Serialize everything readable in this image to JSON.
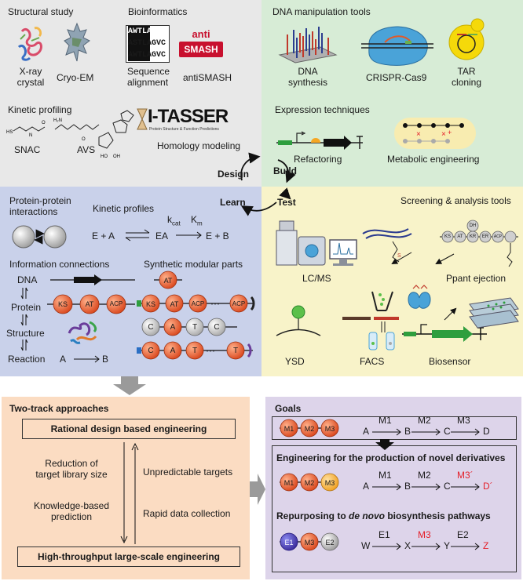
{
  "colors": {
    "gray_panel": "#e8e8e8",
    "green_panel": "#d7ecd6",
    "blue_panel": "#c9d1ea",
    "yellow_panel": "#f8f3c9",
    "orange_panel": "#fbdcc2",
    "purple_panel": "#ddd4ea",
    "module_red": "#e8542a",
    "module_orange": "#f5a623",
    "highlight_red": "#e4202b"
  },
  "structural": {
    "title": "Structural study",
    "xray": "X-ray\ncrystal",
    "cryo": "Cryo-EM"
  },
  "bioinfo": {
    "title": "Bioinformatics",
    "alignment_rows": [
      "AWTLAIC",
      "ASTLAGVC",
      "AWTLAGVC"
    ],
    "seq": "Sequence\nalignment",
    "anti_word": "anti",
    "smash_word": "SMASH",
    "antismash": "antiSMASH"
  },
  "kinetic": {
    "title": "Kinetic profiling",
    "snac": "SNAC",
    "avs": "AVS",
    "itasser_logo": "I-TASSER",
    "itasser_sub": "Protein Structure & Function Predictions",
    "homology": "Homology modeling"
  },
  "dna_tools": {
    "title": "DNA manipulation tools",
    "synthesis": "DNA\nsynthesis",
    "crispr": "CRISPR-Cas9",
    "tar": "TAR\ncloning"
  },
  "expression": {
    "title": "Expression techniques",
    "refactoring": "Refactoring",
    "metabolic": "Metabolic engineering"
  },
  "cycle": {
    "design": "Design",
    "build": "Build",
    "test": "Test",
    "learn": "Learn"
  },
  "learn_panel": {
    "ppi": "Protein-protein\ninteractions",
    "kinetic_profiles": "Kinetic profiles",
    "kcat": "k",
    "kcat_sub": "cat",
    "km": "K",
    "km_sub": "m",
    "eq_left": "E + A",
    "eq_mid": "EA",
    "eq_right": "E + B",
    "info_title": "Information connections",
    "parts_title": "Synthetic modular parts",
    "dna": "DNA",
    "protein": "Protein",
    "structure": "Structure",
    "reaction": "Reaction",
    "rxn_a": "A",
    "rxn_b": "B",
    "ks": "KS",
    "at": "AT",
    "acp": "ACP",
    "c": "C",
    "a": "A",
    "t": "T",
    "dots": "···"
  },
  "test_panel": {
    "title": "Screening & analysis tools",
    "lcms": "LC/MS",
    "ppant": "Ppant ejection",
    "ysd": "YSD",
    "facs": "FACS",
    "biosensor": "Biosensor",
    "dh": "DH",
    "ks": "KS",
    "at": "AT",
    "kr": "KR",
    "er": "ER",
    "acp": "ACP"
  },
  "two_track": {
    "title": "Two-track approaches",
    "rational": "Rational design based engineering",
    "high": "High-throughput large-scale engineering",
    "reduction": "Reduction of\ntarget library size",
    "knowledge": "Knowledge-based\nprediction",
    "unpredictable": "Unpredictable targets",
    "rapid": "Rapid data collection"
  },
  "goals": {
    "title": "Goals",
    "m1": "M1",
    "m2": "M2",
    "m3": "M3",
    "m3p": "M3´",
    "e1": "E1",
    "e2": "E2",
    "a": "A",
    "b": "B",
    "c": "C",
    "d": "D",
    "dp": "D´",
    "w": "W",
    "x": "X",
    "y": "Y",
    "z": "Z",
    "novel": "Engineering for the production of novel derivatives",
    "repurpose_pre": "Repurposing to ",
    "repurpose_em": "de novo",
    "repurpose_post": " biosynthesis pathways"
  }
}
